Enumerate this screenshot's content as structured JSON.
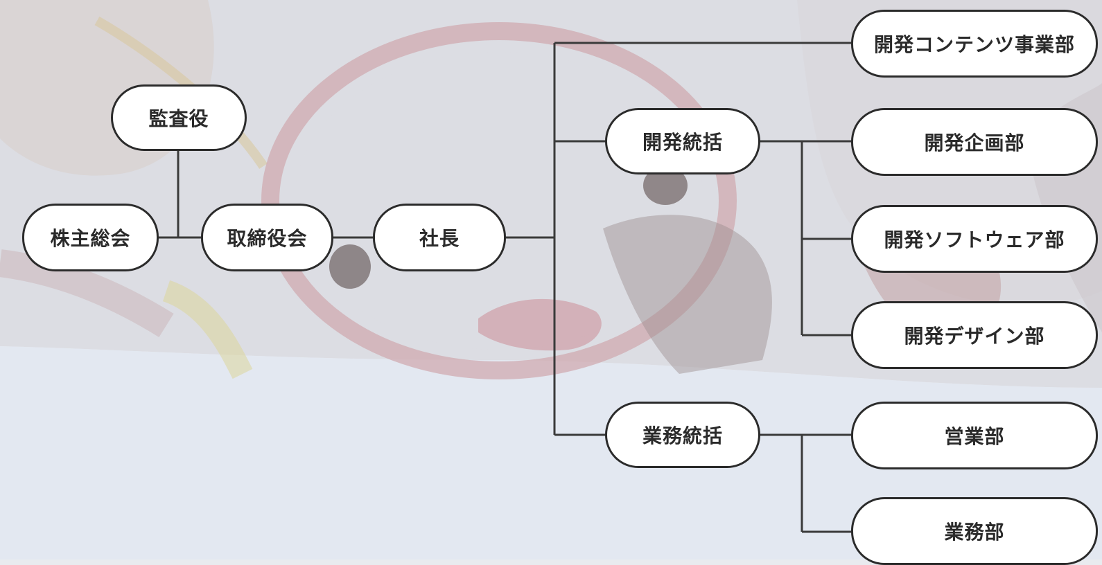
{
  "org_chart": {
    "nodes": {
      "auditor": "監査役",
      "shareholders_meeting": "株主総会",
      "board_of_directors": "取締役会",
      "president": "社長",
      "dev_contents_division": "開発コンテンツ事業部",
      "dev_supervision": "開発統括",
      "dev_planning_dept": "開発企画部",
      "dev_software_dept": "開発ソフトウェア部",
      "dev_design_dept": "開発デザイン部",
      "business_supervision": "業務統括",
      "sales_dept": "営業部",
      "business_dept": "業務部"
    }
  },
  "colors": {
    "node_fill": "#ffffff",
    "node_border": "#2b2b2b",
    "connector": "#3a3a3a",
    "background": "#e9ebef"
  }
}
